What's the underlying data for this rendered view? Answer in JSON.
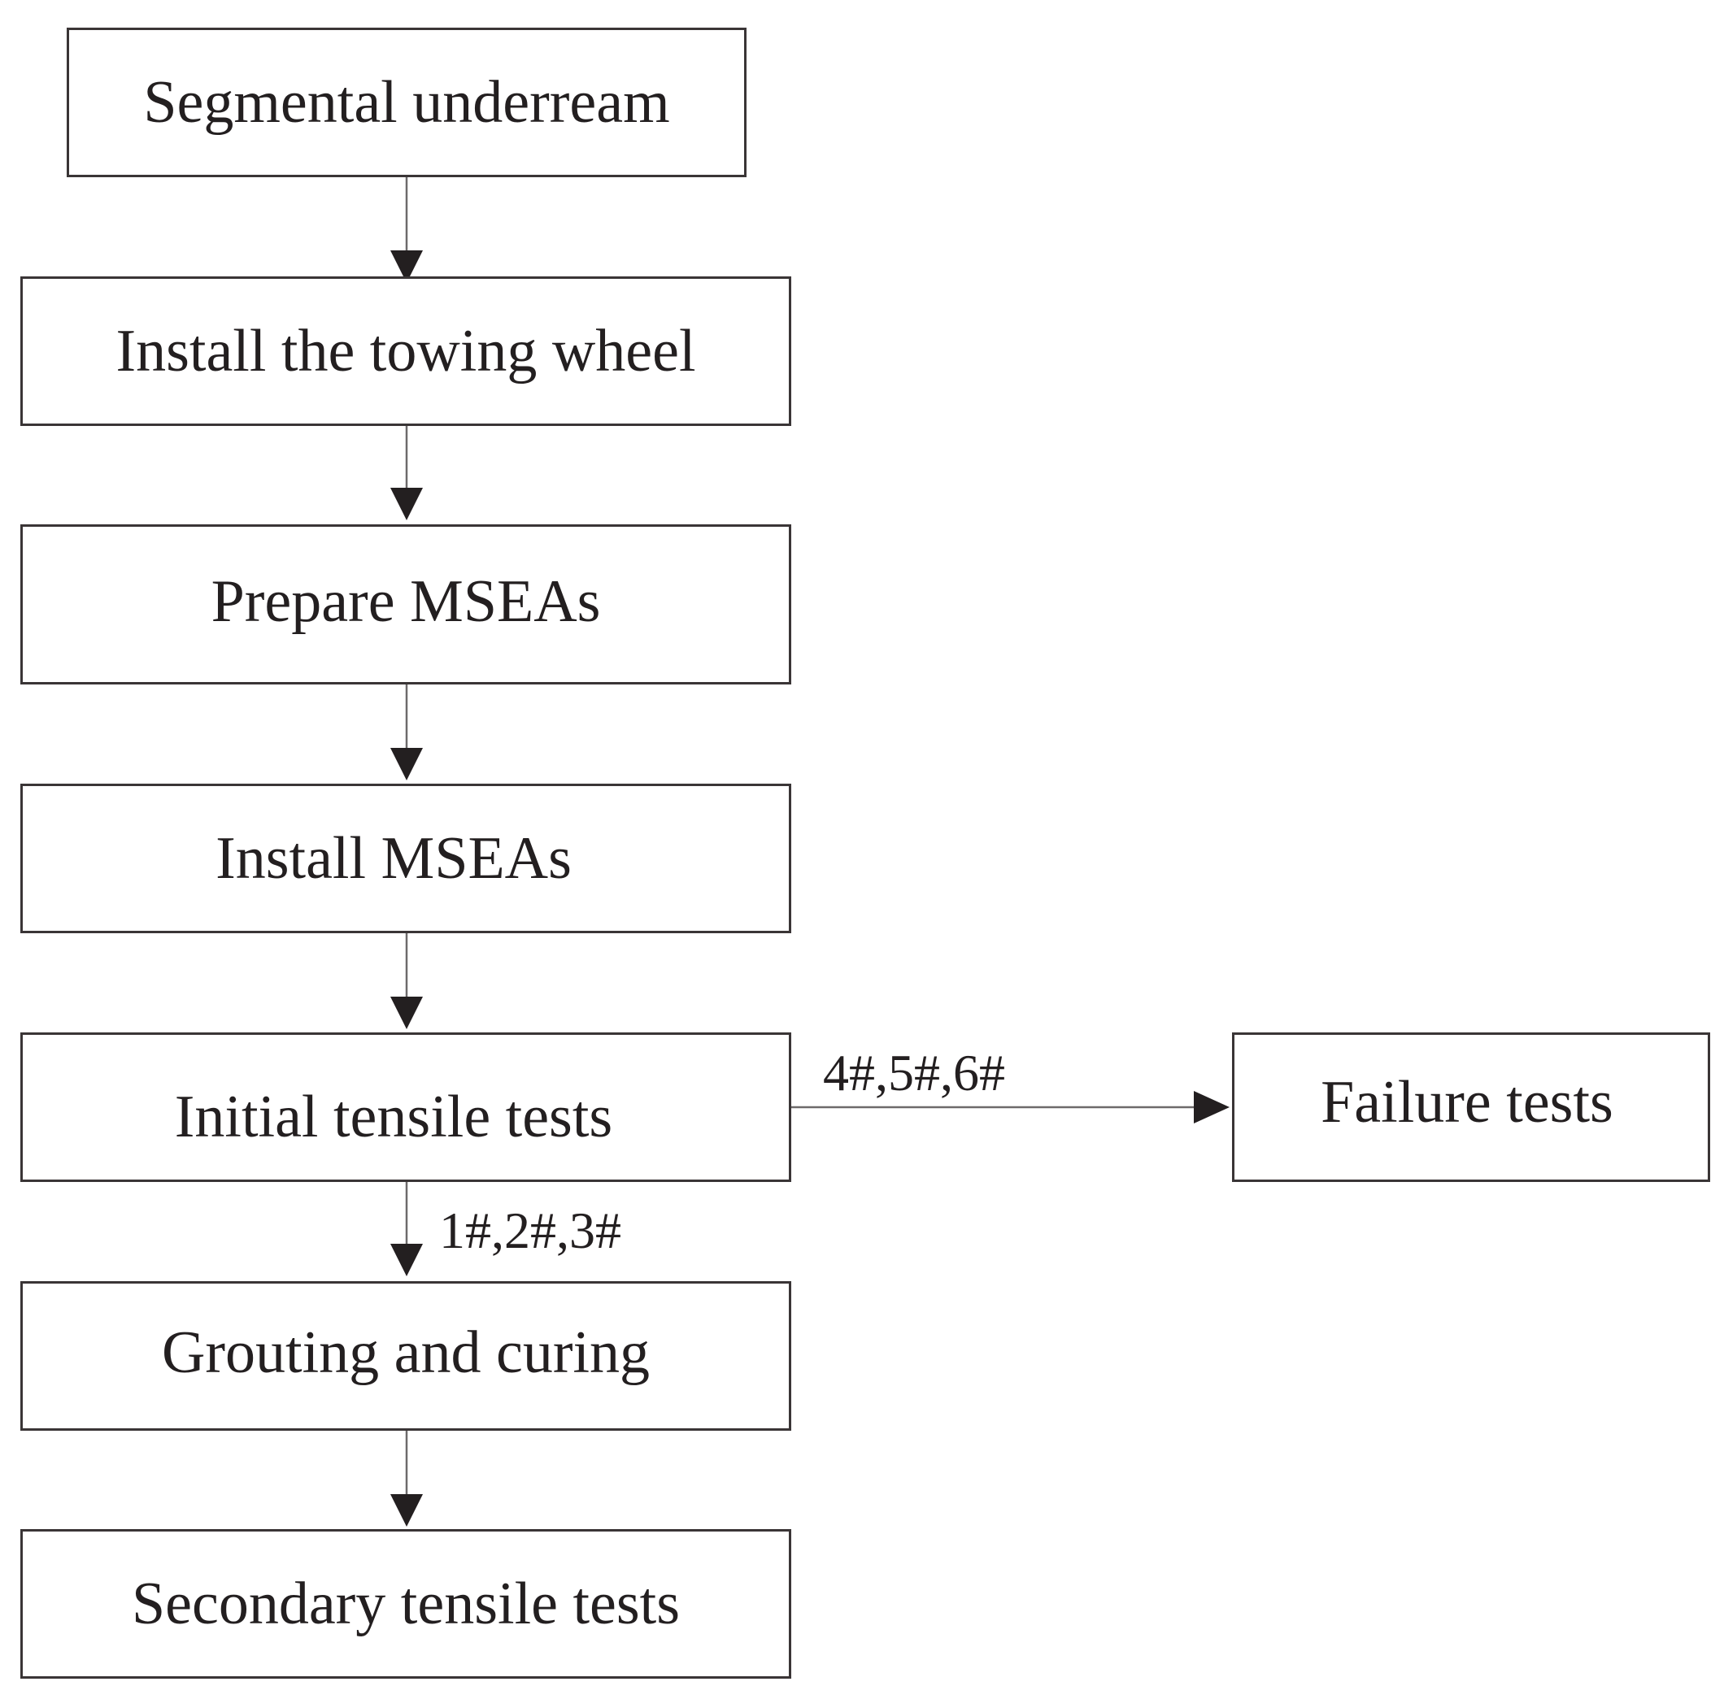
{
  "nodes": [
    {
      "id": "n1",
      "label": "Segmental underream"
    },
    {
      "id": "n2",
      "label": "Install the towing wheel"
    },
    {
      "id": "n3",
      "label": "Prepare MSEAs"
    },
    {
      "id": "n4",
      "label": "Install MSEAs"
    },
    {
      "id": "n5",
      "label": "Initial tensile tests"
    },
    {
      "id": "n6",
      "label": "Grouting and curing"
    },
    {
      "id": "n7",
      "label": "Secondary tensile tests"
    },
    {
      "id": "n8",
      "label": "Failure tests"
    }
  ],
  "edges": [
    {
      "from": "n1",
      "to": "n2",
      "label": ""
    },
    {
      "from": "n2",
      "to": "n3",
      "label": ""
    },
    {
      "from": "n3",
      "to": "n4",
      "label": ""
    },
    {
      "from": "n4",
      "to": "n5",
      "label": ""
    },
    {
      "from": "n5",
      "to": "n6",
      "label": "1#,2#,3#"
    },
    {
      "from": "n6",
      "to": "n7",
      "label": ""
    },
    {
      "from": "n5",
      "to": "n8",
      "label": "4#,5#,6#"
    }
  ],
  "colors": {
    "line": "#6d6a6b",
    "arrowhead": "#231f20",
    "box_border": "#3a3536",
    "text": "#231f20"
  }
}
